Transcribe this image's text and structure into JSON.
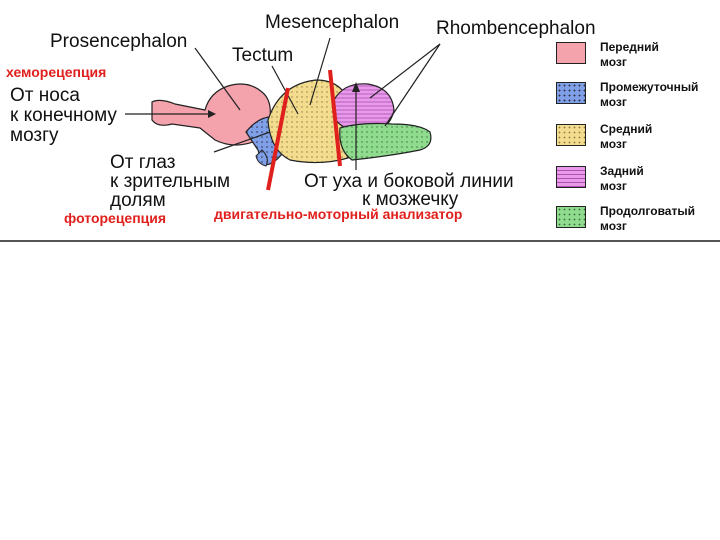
{
  "labels": {
    "prosencephalon": "Prosencephalon",
    "mesencephalon": "Mesencephalon",
    "rhombencephalon": "Rhombencephalon",
    "tectum": "Tectum",
    "chemoreception": "хеморецепция",
    "nose_line1": "От носа",
    "nose_line2": "к конечному",
    "nose_line3": "мозгу",
    "eye_line1": "От глаз",
    "eye_line2": "к зрительным",
    "eye_line3": "долям",
    "ear_line1": "От уха и боковой линии",
    "ear_line2": "к мозжечку",
    "photoreception": "фоторецепция",
    "motor": "двигательно-моторный анализатор"
  },
  "legend": [
    {
      "label": "Передний\nмозг",
      "color": "#f4a3ad",
      "pattern": "none",
      "icon": "forebrain-swatch"
    },
    {
      "label": "Промежуточный\nмозг",
      "color": "#7f9fe8",
      "pattern": "dots",
      "icon": "diencephalon-swatch"
    },
    {
      "label": "Средний\nмозг",
      "color": "#f3dc8e",
      "pattern": "dots",
      "icon": "midbrain-swatch"
    },
    {
      "label": "Задний\nмозг",
      "color": "#e69ae8",
      "pattern": "lines",
      "icon": "hindbrain-swatch"
    },
    {
      "label": "Продолговатый\nмозг",
      "color": "#8fdc8f",
      "pattern": "dots",
      "icon": "medulla-swatch"
    }
  ],
  "colors": {
    "forebrain": "#f4a3ad",
    "diencephalon": "#7f9fe8",
    "midbrain": "#f3dc8e",
    "hindbrain": "#e69ae8",
    "medulla": "#8fdc8f",
    "red_lines": "#e0201c"
  }
}
